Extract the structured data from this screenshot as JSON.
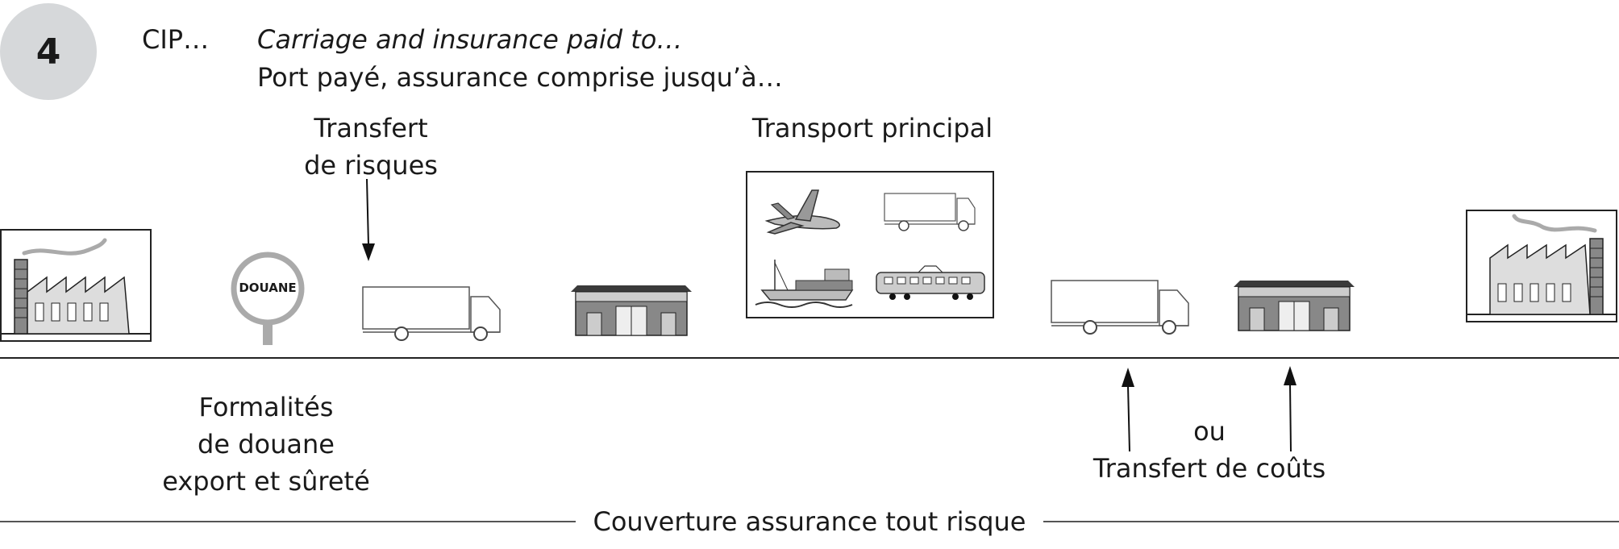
{
  "header": {
    "number": "4",
    "code": "CIP…",
    "english": "Carriage and insurance paid to…",
    "french": "Port payé, assurance comprise jusqu’à…"
  },
  "labels": {
    "risk_transfer": [
      "Transfert",
      "de risques"
    ],
    "main_transport": "Transport principal",
    "customs_sign": "DOUANE",
    "customs": [
      "Formalités",
      "de douane",
      "export et sûreté"
    ],
    "or": "ou",
    "cost_transfer": "Transfert de coûts",
    "insurance": "Couverture assurance tout risque"
  },
  "icons": [
    "factory-left-icon",
    "customs-sign-icon",
    "truck-icon",
    "warehouse-icon",
    "airplane-icon",
    "ship-icon",
    "train-icon",
    "factory-right-icon"
  ],
  "colors": {
    "badge": "#d6d8da",
    "line": "#222222",
    "building_gray": "#b9b9b9",
    "roof": "#3a3a3a"
  }
}
